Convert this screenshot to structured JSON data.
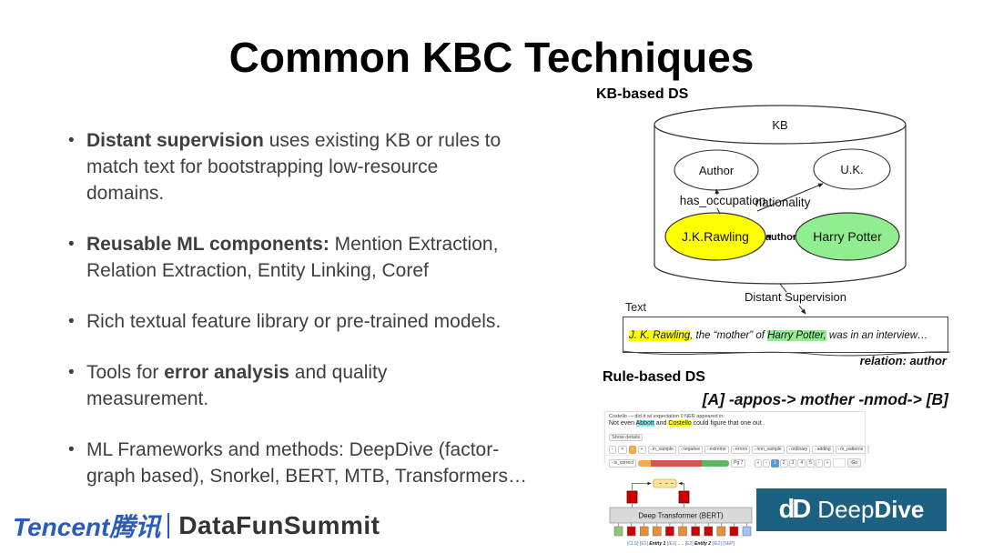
{
  "title": "Common KBC Techniques",
  "bullets": [
    {
      "segments": [
        {
          "t": "Distant supervision",
          "b": true
        },
        {
          "t": " uses existing KB or rules to\nmatch text for bootstrapping low-resource\ndomains."
        }
      ]
    },
    {
      "segments": [
        {
          "t": "Reusable ML components:",
          "b": true
        },
        {
          "t": " Mention Extraction,\nRelation Extraction, Entity Linking, Coref"
        }
      ]
    },
    {
      "segments": [
        {
          "t": "Rich textual feature library or pre-trained models."
        }
      ]
    },
    {
      "segments": [
        {
          "t": "Tools for "
        },
        {
          "t": "error analysis",
          "b": true
        },
        {
          "t": " and quality\nmeasurement."
        }
      ]
    },
    {
      "segments": [
        {
          "t": "ML Frameworks and methods: DeepDive (factor-\ngraph based), Snorkel, BERT, MTB, Transformers…"
        }
      ]
    }
  ],
  "kb": {
    "heading": "KB-based DS",
    "cylinder_label": "KB",
    "author_node": "Author",
    "uk_node": "U.K.",
    "jk_node": "J.K.Rawling",
    "hp_node": "Harry Potter",
    "edge_has_occupation": "has_occupation",
    "edge_nationality": "nationality",
    "edge_author": "author",
    "ds_label": "Distant Supervision",
    "text_label": "Text",
    "sentence": [
      {
        "t": "J. K. Rawling",
        "hl": "yellow"
      },
      {
        "t": ", the “mother” of "
      },
      {
        "t": "Harry Potter,",
        "hl": "green"
      },
      {
        "t": " was in an interview…"
      }
    ],
    "relation_note": "relation: author",
    "colors": {
      "jk_fill": "#ffff00",
      "hp_fill": "#90ee90"
    }
  },
  "rule": {
    "heading": "Rule-based DS",
    "pattern": "[A] -appos-> mother -nmod-> [B]",
    "tool": {
      "title_segments": [
        {
          "t": "Costello",
          "b": true
        },
        {
          "t": " — did-it w/ expectation "
        },
        {
          "t": "0 NER",
          "b": true
        },
        {
          "t": " appeared in:"
        }
      ],
      "sentence": [
        {
          "t": "Not even "
        },
        {
          "t": "Abbott",
          "hl": "cyan"
        },
        {
          "t": " and "
        },
        {
          "t": "Costello",
          "hl": "yellow"
        },
        {
          "t": " could figure that one out ."
        }
      ],
      "details_label": "Show details",
      "nav": [
        {
          "t": "‹",
          "style": "plain"
        },
        {
          "t": "✕",
          "style": "red"
        },
        {
          "t": "▪",
          "style": "orange"
        },
        {
          "t": "+",
          "style": "plain"
        }
      ],
      "tags": [
        "in_sample",
        "negative",
        "extreme",
        "errors",
        "non_sample",
        "ordinary",
        "adding",
        "m_patterns"
      ],
      "correct_label": "is_correct",
      "progress": [
        {
          "color": "#f0ad4e",
          "pct": 14
        },
        {
          "color": "#d9534f",
          "pct": 56
        },
        {
          "color": "#5cb85c",
          "pct": 30
        }
      ],
      "page_label": "Pg 7",
      "pager": [
        "«",
        "‹",
        "1",
        "2",
        "3",
        "4",
        "5",
        "›",
        "»"
      ],
      "pager_active": "1",
      "go_label": "Go"
    }
  },
  "mtb": {
    "bert_label": "Deep Transformer (BERT)",
    "tokens": [
      {
        "t": "[CLS]",
        "c": "#4472c4"
      },
      {
        "t": "[E1]",
        "c": "#4472c4"
      },
      {
        "t": "Entity 1",
        "c": "#111111",
        "b": true
      },
      {
        "t": "[/E1]",
        "c": "#4472c4"
      },
      {
        "t": "..",
        "c": "#333333"
      },
      {
        "t": "..",
        "c": "#333333"
      },
      {
        "t": "[E2]",
        "c": "#4472c4"
      },
      {
        "t": "Entity 2",
        "c": "#111111",
        "b": true
      },
      {
        "t": "[/E2]",
        "c": "#4472c4"
      },
      {
        "t": "[SEP]",
        "c": "#4472c4"
      }
    ],
    "squares": [
      "#93c47d",
      "#cc0000",
      "#e69138",
      "#e69138",
      "#cc0000",
      "#e69138",
      "#cc0000",
      "#cc0000",
      "#e69138",
      "#cc0000",
      "#a4c2f4"
    ]
  },
  "deepdive": {
    "glyph": "dD",
    "deep": "Deep",
    "dive": "Dive",
    "bg": "#1d6182"
  },
  "footer": {
    "tencent": "Tencent腾讯",
    "brand": "DataFunSummit",
    "accent": "#2a5cb8"
  }
}
